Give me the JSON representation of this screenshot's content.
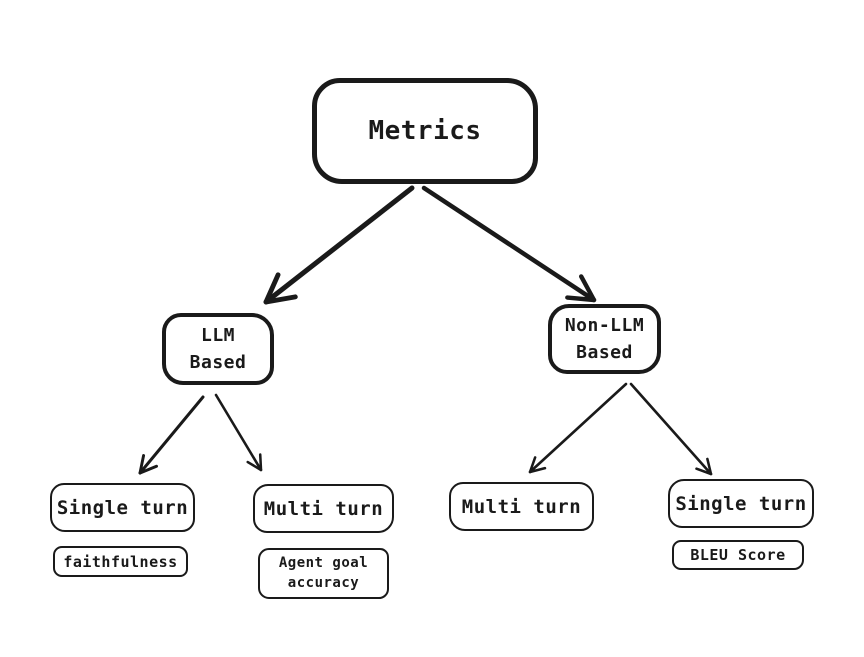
{
  "diagram": {
    "background_color": "#ffffff",
    "stroke_color": "#1a1a1a",
    "nodes": {
      "metrics": {
        "label": "Metrics"
      },
      "llm_based": {
        "line1": "LLM",
        "line2": "Based"
      },
      "non_llm_based": {
        "line1": "Non-LLM",
        "line2": "Based"
      },
      "llm_single_turn": {
        "label": "Single turn"
      },
      "llm_multi_turn": {
        "label": "Multi turn"
      },
      "non_llm_multi_turn": {
        "label": "Multi turn"
      },
      "non_llm_single_turn": {
        "label": "Single turn"
      },
      "faithfulness": {
        "label": "faithfulness"
      },
      "agent_goal_accuracy": {
        "line1": "Agent goal",
        "line2": "accuracy"
      },
      "bleu_score": {
        "label": "BLEU Score"
      }
    },
    "edges": [
      {
        "from": "metrics",
        "to": "llm_based"
      },
      {
        "from": "metrics",
        "to": "non_llm_based"
      },
      {
        "from": "llm_based",
        "to": "llm_single_turn"
      },
      {
        "from": "llm_based",
        "to": "llm_multi_turn"
      },
      {
        "from": "non_llm_based",
        "to": "non_llm_multi_turn"
      },
      {
        "from": "non_llm_based",
        "to": "non_llm_single_turn"
      }
    ]
  }
}
